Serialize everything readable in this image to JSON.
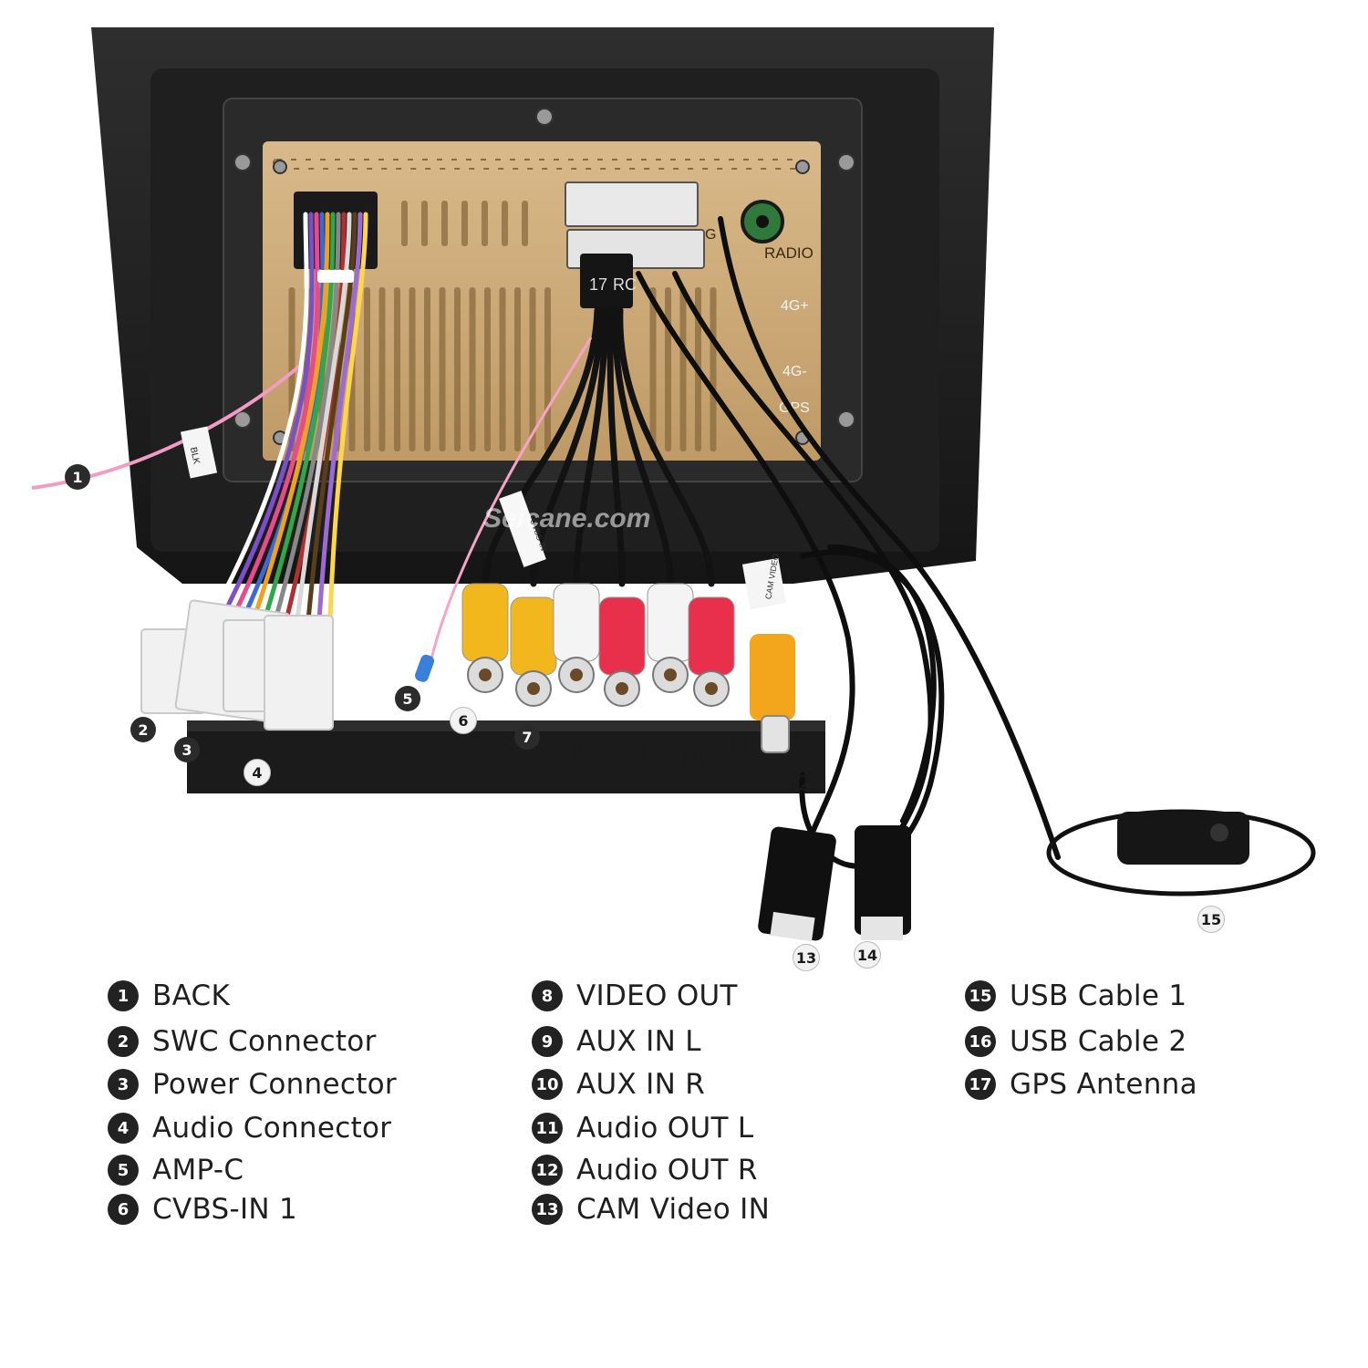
{
  "watermark": "Seicane.com",
  "unit_labels": {
    "radio": "RADIO",
    "lte_plus": "4G+",
    "lte": "4G-",
    "gps": "GPS",
    "gps_short": "G",
    "plug_17": "17",
    "plug_rc": "RC",
    "tag_blk": "BLK",
    "tag_cvbs": "CVBS-IN",
    "tag_cam": "CAM VIDEO"
  },
  "callouts": [
    {
      "n": "1",
      "style": "dark"
    },
    {
      "n": "2",
      "style": "dark"
    },
    {
      "n": "3",
      "style": "dark"
    },
    {
      "n": "4",
      "style": "light"
    },
    {
      "n": "5",
      "style": "dark"
    },
    {
      "n": "6",
      "style": "light"
    },
    {
      "n": "7",
      "style": "dark"
    },
    {
      "n": "8",
      "style": "plain"
    },
    {
      "n": "9",
      "style": "plain"
    },
    {
      "n": "10",
      "style": "plain"
    },
    {
      "n": "11",
      "style": "plain"
    },
    {
      "n": "12",
      "style": "plain"
    },
    {
      "n": "13",
      "style": "light"
    },
    {
      "n": "14",
      "style": "light"
    },
    {
      "n": "15",
      "style": "light"
    }
  ],
  "legend": [
    [
      {
        "n": "1",
        "label": "BACK"
      },
      {
        "n": "2",
        "label": "SWC Connector"
      },
      {
        "n": "3",
        "label": "Power Connector"
      },
      {
        "n": "4",
        "label": "Audio Connector"
      },
      {
        "n": "5",
        "label": "AMP-C"
      },
      {
        "n": "6",
        "label": "CVBS-IN 1"
      }
    ],
    [
      {
        "n": "8",
        "label": "VIDEO OUT"
      },
      {
        "n": "9",
        "label": "AUX IN L"
      },
      {
        "n": "10",
        "label": "AUX IN R"
      },
      {
        "n": "11",
        "label": "Audio OUT L"
      },
      {
        "n": "12",
        "label": "Audio OUT R"
      },
      {
        "n": "13",
        "label": "CAM Video IN"
      }
    ],
    [
      {
        "n": "15",
        "label": "USB Cable 1"
      },
      {
        "n": "16",
        "label": "USB Cable 2"
      },
      {
        "n": "17",
        "label": "GPS Antenna"
      }
    ]
  ]
}
